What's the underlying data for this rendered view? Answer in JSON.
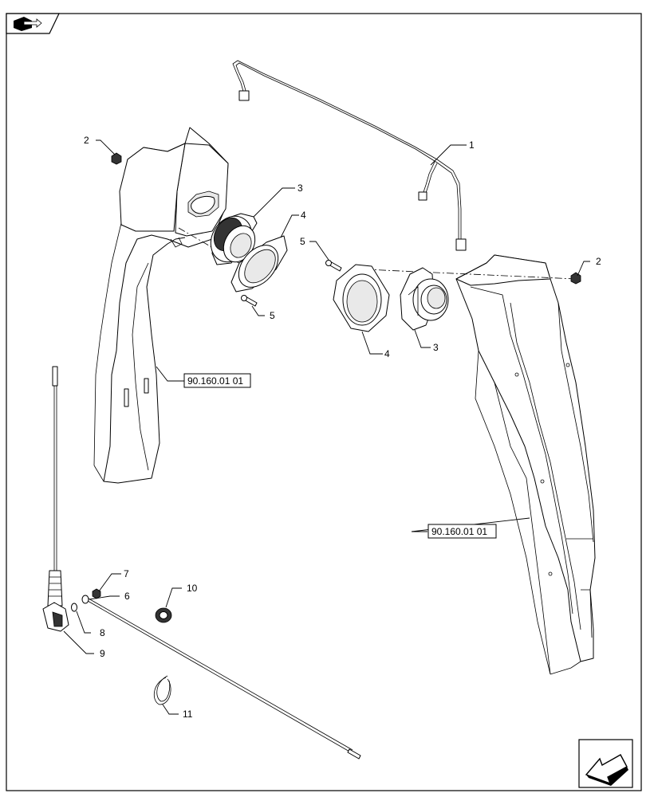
{
  "callouts": [
    {
      "id": "c1",
      "text": "1"
    },
    {
      "id": "c2a",
      "text": "2"
    },
    {
      "id": "c2b",
      "text": "2"
    },
    {
      "id": "c3a",
      "text": "3"
    },
    {
      "id": "c3b",
      "text": "3"
    },
    {
      "id": "c4a",
      "text": "4"
    },
    {
      "id": "c4b",
      "text": "4"
    },
    {
      "id": "c5a",
      "text": "5"
    },
    {
      "id": "c5b",
      "text": "5"
    },
    {
      "id": "c6",
      "text": "6"
    },
    {
      "id": "c7",
      "text": "7"
    },
    {
      "id": "c8",
      "text": "8"
    },
    {
      "id": "c9",
      "text": "9"
    },
    {
      "id": "c10",
      "text": "10"
    },
    {
      "id": "c11",
      "text": "11"
    }
  ],
  "references": [
    {
      "id": "r1",
      "text": "90.160.01 01"
    },
    {
      "id": "r2",
      "text": "90.160.01 01"
    }
  ],
  "icons": {
    "top_left": "kit-book-icon",
    "bottom_right": "next-page-arrow-icon"
  }
}
